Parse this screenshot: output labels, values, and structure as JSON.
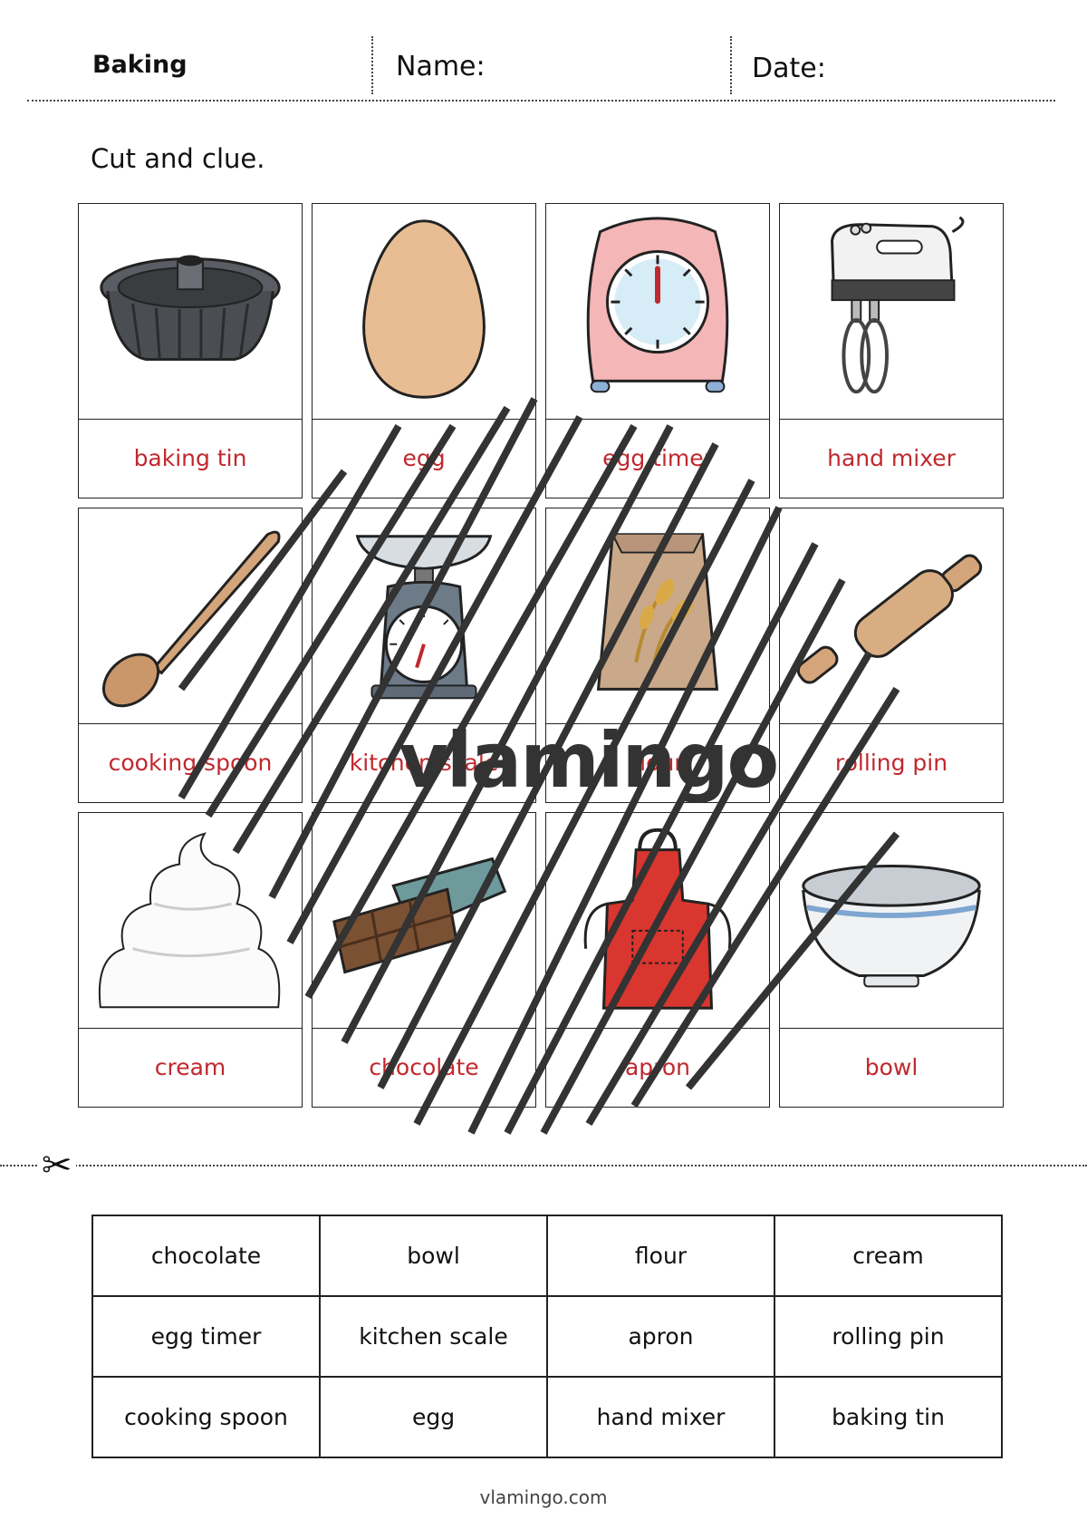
{
  "header": {
    "title": "Baking",
    "name_label": "Name:",
    "date_label": "Date:"
  },
  "instruction": "Cut and clue.",
  "cards": [
    {
      "label": "baking tin",
      "icon": "baking-tin-icon"
    },
    {
      "label": "egg",
      "icon": "egg-icon"
    },
    {
      "label": "egg timer",
      "icon": "egg-timer-icon"
    },
    {
      "label": "hand mixer",
      "icon": "hand-mixer-icon"
    },
    {
      "label": "cooking spoon",
      "icon": "cooking-spoon-icon"
    },
    {
      "label": "kitchen scale",
      "icon": "kitchen-scale-icon"
    },
    {
      "label": "flour",
      "icon": "flour-bag-icon"
    },
    {
      "label": "rolling pin",
      "icon": "rolling-pin-icon"
    },
    {
      "label": "cream",
      "icon": "whipped-cream-icon"
    },
    {
      "label": "chocolate",
      "icon": "chocolate-bar-icon"
    },
    {
      "label": "apron",
      "icon": "apron-icon"
    },
    {
      "label": "bowl",
      "icon": "mixing-bowl-icon"
    }
  ],
  "watermark": "vlamingo",
  "cut_icon": "scissors-icon",
  "word_cards": [
    [
      "chocolate",
      "bowl",
      "flour",
      "cream"
    ],
    [
      "egg timer",
      "kitchen scale",
      "apron",
      "rolling pin"
    ],
    [
      "cooking spoon",
      "egg",
      "hand mixer",
      "baking tin"
    ]
  ],
  "footer": "vlamingo.com",
  "colors": {
    "label_red": "#c0282e",
    "line": "#222222"
  }
}
